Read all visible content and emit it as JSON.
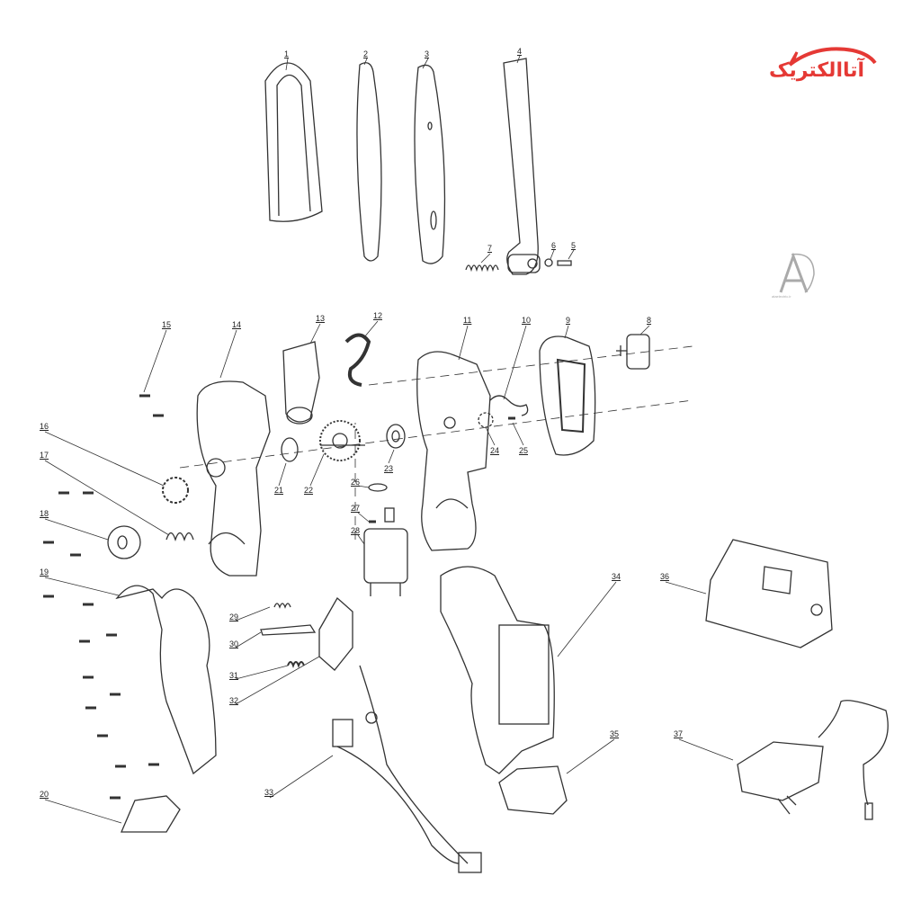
{
  "brand": {
    "logo_text": "آتاالکتریک",
    "color": "#e53935",
    "watermark_letter": "A",
    "watermark_sub": "ataelectric.ir"
  },
  "parts": [
    "1",
    "2",
    "3",
    "4",
    "5",
    "6",
    "7",
    "8",
    "9",
    "10",
    "11",
    "12",
    "13",
    "14",
    "15",
    "16",
    "17",
    "18",
    "19",
    "20",
    "21",
    "22",
    "23",
    "24",
    "25",
    "26",
    "27",
    "28",
    "29",
    "30",
    "31",
    "32",
    "33",
    "34",
    "35",
    "36",
    "37"
  ],
  "line_color": "#333333"
}
